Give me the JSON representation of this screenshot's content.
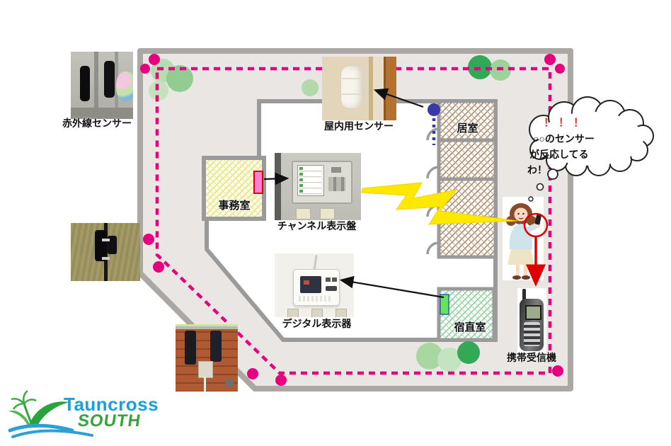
{
  "diagram": {
    "photo_labels": {
      "infrared": "赤外線センサー",
      "indoor": "屋内用センサー",
      "channel_panel": "チャンネル表示盤",
      "digital_display": "デジタル表示器",
      "mobile_receiver": "携帯受信機"
    },
    "room_labels": {
      "office": "事務室",
      "living_room": "居室",
      "night_duty": "宿直室"
    },
    "thought_bubble": {
      "exclaim": "！！！",
      "line1": "○○のセンサー",
      "line2": "が反応してる",
      "line3": "わ！"
    },
    "colors": {
      "perimeter_pink": "#e6007e",
      "site_fill": "#e9e6e3",
      "wall_gray": "#9a9a9a",
      "alert_yellow": "#ffe800",
      "signal_red": "#dd0000",
      "indoor_sensor_blue": "#3939a8",
      "night_duty_marker_green": "#66e35c",
      "office_marker_pink": "#ff7fd4"
    }
  },
  "logo": {
    "title": "Tauncross",
    "subtitle": "SOUTH"
  }
}
